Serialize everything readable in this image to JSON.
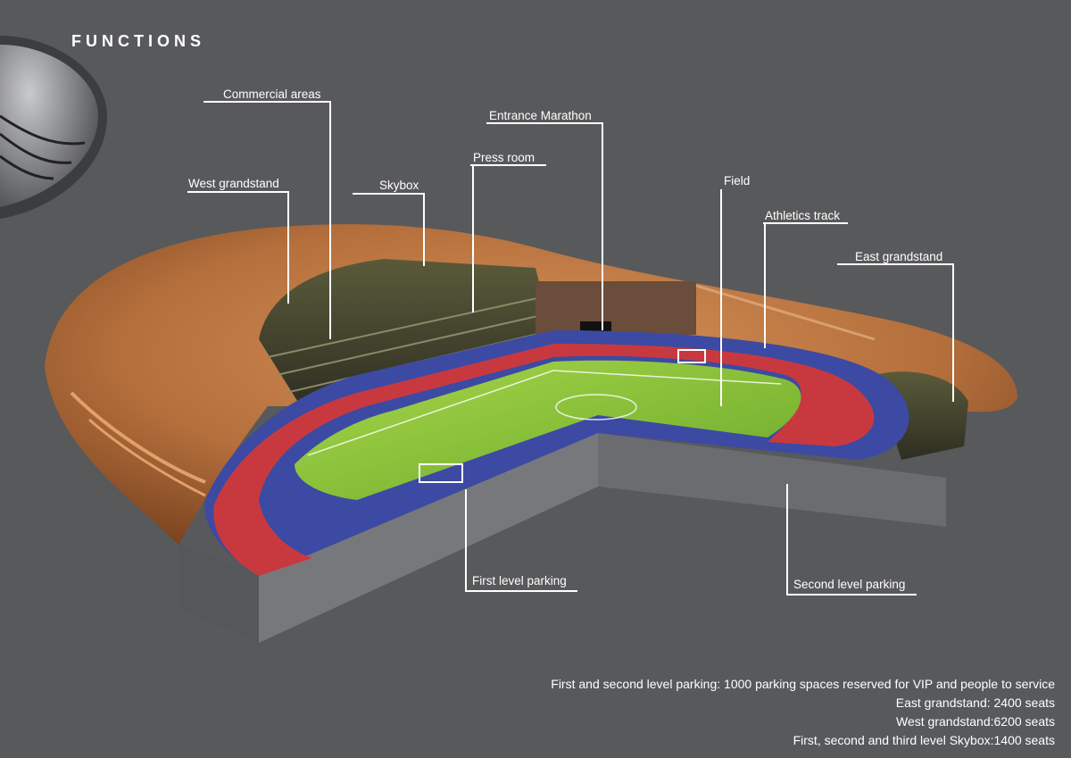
{
  "heading": "FUNCTIONS",
  "labels": {
    "commercial_areas": "Commercial areas",
    "entrance_marathon": "Entrance Marathon",
    "press_room": "Press room",
    "west_grandstand": "West grandstand",
    "skybox": "Skybox",
    "field": "Field",
    "athletics_track": "Athletics track",
    "east_grandstand": "East grandstand",
    "first_level_parking": "First level parking",
    "second_level_parking": "Second level parking"
  },
  "notes": [
    "First and second level parking: 1000 parking spaces reserved for VIP and people to service",
    "East grandstand: 2400 seats",
    "West grandstand:6200 seats",
    "First, second and third level Skybox:1400 seats"
  ],
  "colors": {
    "background": "#58595b",
    "roof": "#b0703f",
    "track": "#c8393f",
    "apron": "#3c4aa3",
    "field": "#8ac23a",
    "base": "#6e6f73",
    "leader": "#ffffff"
  }
}
